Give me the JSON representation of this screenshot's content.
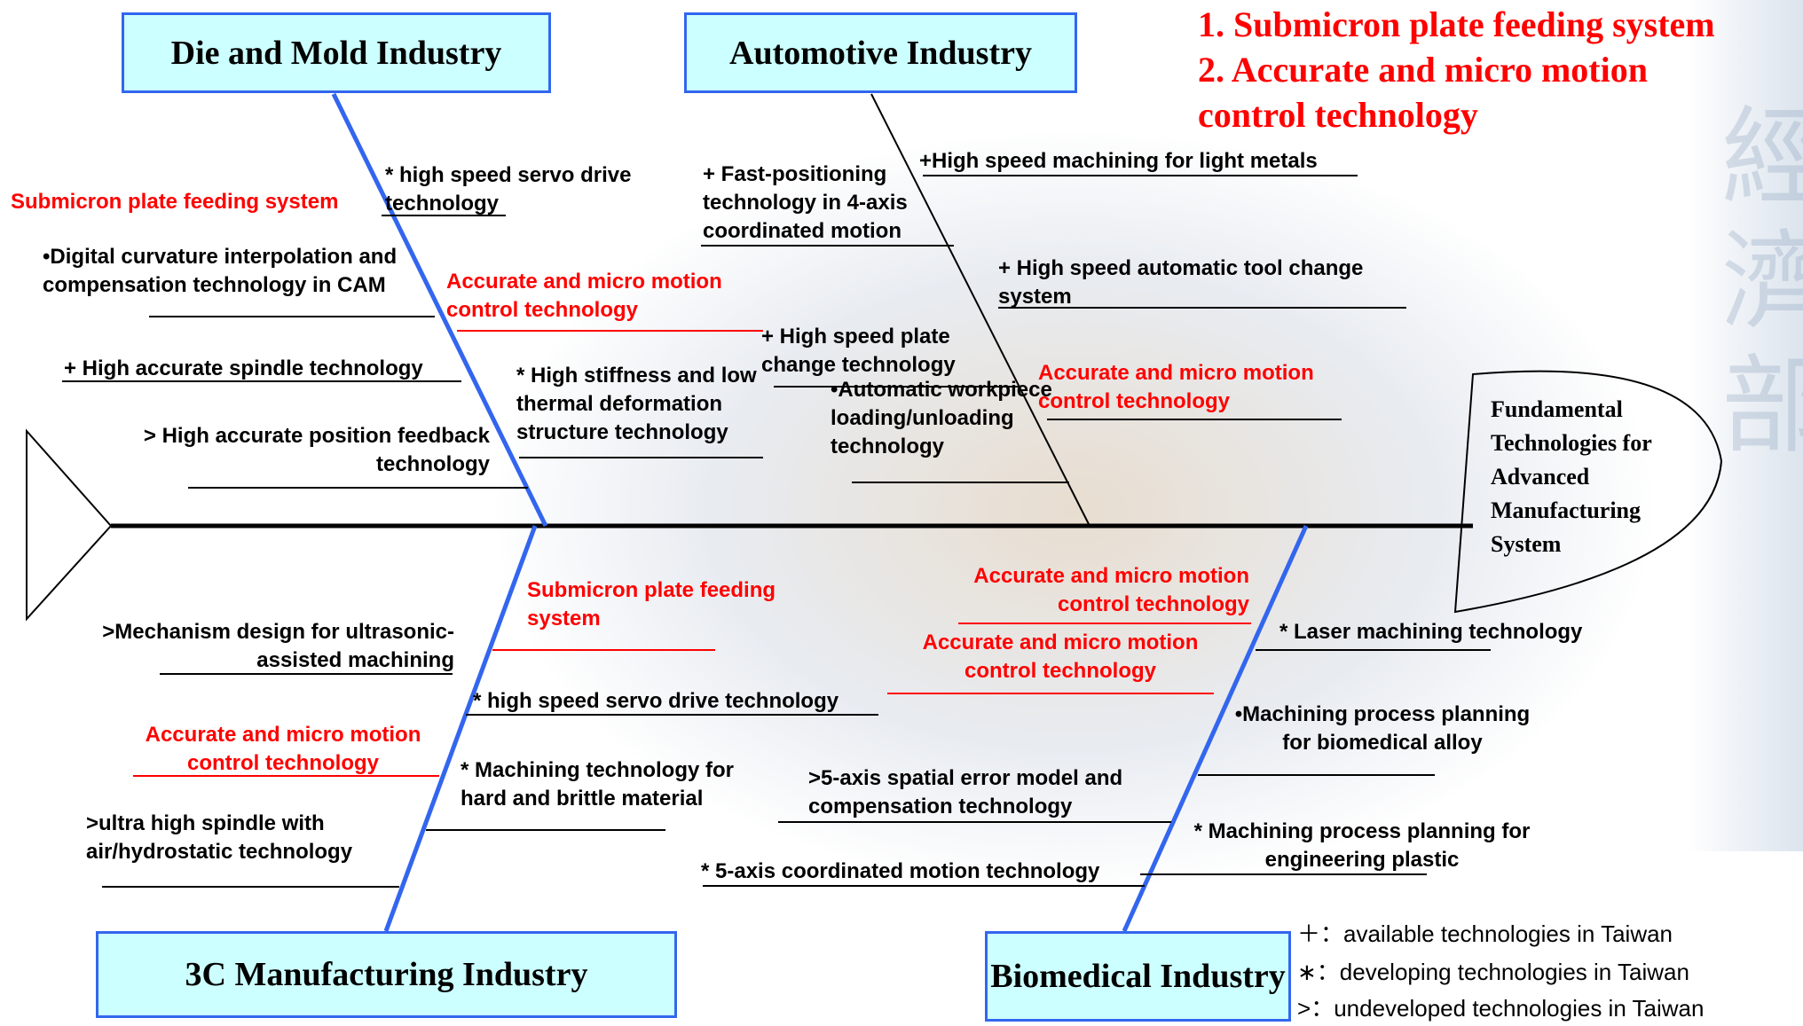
{
  "industries": {
    "die_mold": "Die and Mold Industry",
    "automotive": "Automotive Industry",
    "c3": "3C Manufacturing Industry",
    "biomedical": "Biomedical Industry"
  },
  "key_technologies": [
    "1. Submicron plate feeding system",
    "2. Accurate and micro motion control technology"
  ],
  "head": "Fundamental Technologies for Advanced Manufacturing System",
  "die_mold_items": {
    "servo": "* high speed servo drive technology",
    "submicron": "Submicron plate feeding system",
    "curvature": "•Digital curvature interpolation and compensation technology in CAM",
    "accurate": "Accurate and micro motion control technology",
    "spindle": "+ High accurate spindle technology",
    "stiffness": "* High stiffness and low thermal deformation structure technology",
    "feedback": "> High accurate position feedback technology"
  },
  "automotive_items": {
    "fast": "+ Fast-positioning technology in 4-axis coordinated motion",
    "light": "+High speed machining for light metals",
    "toolchange": "+ High speed automatic tool change system",
    "plate": "+ High speed plate change technology",
    "accurate": "Accurate and micro motion control technology",
    "workpiece": "•Automatic workpiece loading/unloading technology"
  },
  "c3_items": {
    "submicron": "Submicron plate feeding system",
    "ultrasonic": ">Mechanism design for ultrasonic-assisted machining",
    "servo": "* high speed servo drive technology",
    "accurate": "Accurate and micro motion control technology",
    "hard": "* Machining technology for hard and brittle material",
    "spindle": ">ultra high spindle with air/hydrostatic technology"
  },
  "biomedical_items": {
    "accurate1": "Accurate and micro motion control technology",
    "laser": "* Laser machining technology",
    "accurate2": "Accurate and micro motion control technology",
    "alloy": "•Machining process planning for biomedical alloy",
    "error": ">5-axis spatial error model and compensation technology",
    "plastic": "* Machining process planning for engineering plastic",
    "fiveaxis": "* 5-axis coordinated motion technology"
  },
  "legend": [
    {
      "symbol": "＋",
      "text": "：available technologies in Taiwan"
    },
    {
      "symbol": "∗",
      "text": "：developing technologies in Taiwan"
    },
    {
      "symbol": ">",
      "text": "：undeveloped technologies in Taiwan"
    }
  ],
  "watermark": [
    "經",
    "濟",
    "部"
  ],
  "colors": {
    "accent_red": "#ff0000",
    "box_fill": "#ccffff",
    "box_border": "#3366ee",
    "bone": "#3366ee"
  }
}
